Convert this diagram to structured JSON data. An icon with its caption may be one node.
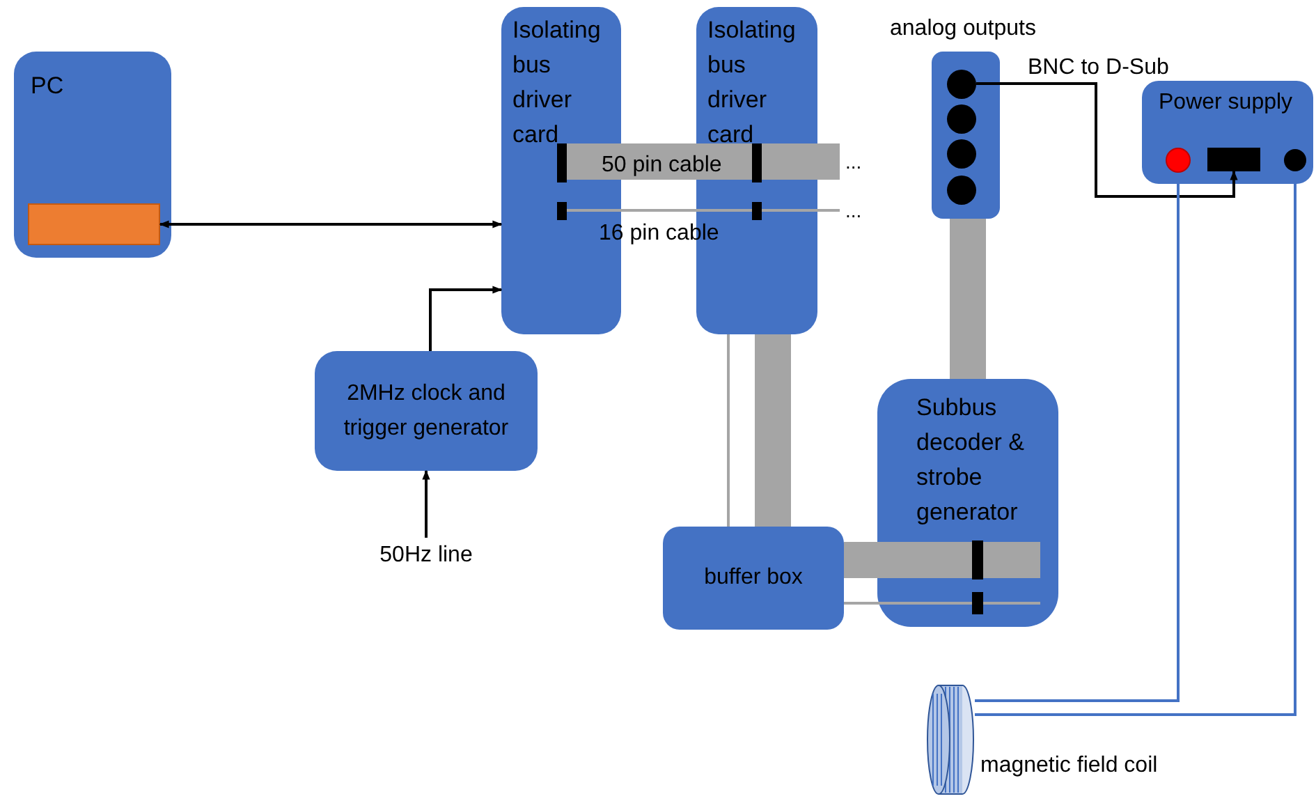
{
  "diagram": {
    "nodes": [
      {
        "text": [
          "PC"
        ]
      },
      {
        "text": [],
        "shape": "box",
        "in": 0
      },
      {
        "text": [
          "Isolating bus driver card"
        ]
      },
      {
        "text": [
          "Isolating bus driver card"
        ]
      },
      {
        "text": [
          "2MHz clock and trigger generator"
        ]
      },
      {
        "text": [
          "50Hz line"
        ]
      },
      {
        "text": [
          "analog outputs"
        ]
      },
      {
        "text": [],
        "shape": "circle",
        "in": 6
      },
      {
        "text": [],
        "shape": "circle",
        "in": 6
      },
      {
        "text": [],
        "shape": "circle",
        "in": 6
      },
      {
        "text": [],
        "shape": "circle",
        "in": 6
      },
      {
        "text": [
          "Power supply"
        ]
      },
      {
        "text": [],
        "shape": "circle",
        "in": 11
      },
      {
        "text": [],
        "shape": "box",
        "in": 11
      },
      {
        "text": [],
        "shape": "circle",
        "in": 11
      },
      {
        "text": [
          "Subbus decoder & strobe generator"
        ]
      },
      {
        "text": [
          "buffer box"
        ]
      },
      {
        "text": [],
        "shape": "picture",
        "beside": [
          "magnetic field coil"
        ]
      },
      {
        "text": [
          "..."
        ]
      },
      {
        "text": [
          "..."
        ]
      }
    ],
    "edges": [
      {
        "from": 1,
        "to": 2,
        "arrow": "both",
        "color": "#000000"
      },
      {
        "from": 4,
        "to": 2,
        "arrow": "to",
        "color": "#000000"
      },
      {
        "from": 5,
        "to": 4,
        "arrow": "to",
        "color": "#000000"
      },
      {
        "from": 7,
        "to": 13,
        "arrow": "to",
        "label": "BNC to D-Sub",
        "color": "#000000"
      },
      {
        "from": 2,
        "to": 3,
        "arrow": "none",
        "label": "50 pin cable",
        "style": "thick",
        "color": "#a5a5a5"
      },
      {
        "from": 3,
        "to": 18,
        "arrow": "none",
        "style": "thick",
        "color": "#a5a5a5"
      },
      {
        "from": 2,
        "to": 3,
        "arrow": "none",
        "label": "16 pin cable",
        "color": "#a5a5a5"
      },
      {
        "from": 3,
        "to": 19,
        "arrow": "none",
        "color": "#a5a5a5"
      },
      {
        "from": 3,
        "to": 16,
        "arrow": "none",
        "color": "#a5a5a5"
      },
      {
        "from": 3,
        "to": 16,
        "arrow": "none",
        "style": "thick",
        "color": "#a5a5a5"
      },
      {
        "from": 6,
        "to": 15,
        "arrow": "none",
        "style": "thick",
        "color": "#a5a5a5"
      },
      {
        "from": 16,
        "to": 15,
        "arrow": "none",
        "style": "thick",
        "color": "#a5a5a5"
      },
      {
        "from": 16,
        "to": 15,
        "arrow": "none",
        "color": "#a5a5a5"
      },
      {
        "from": 12,
        "to": 17,
        "arrow": "none",
        "color": "#4472c4"
      },
      {
        "from": 14,
        "to": 17,
        "arrow": "none",
        "color": "#4472c4"
      }
    ]
  }
}
